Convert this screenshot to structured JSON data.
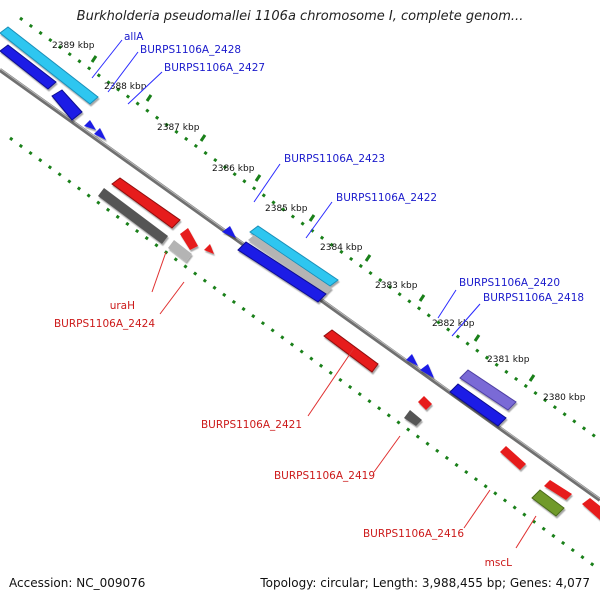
{
  "title": "Burkholderia pseudomallei 1106a chromosome I, complete genom...",
  "accession": {
    "label": "Accession:",
    "value": "NC_009076"
  },
  "summary": {
    "topology_label": "Topology:",
    "topology": "circular",
    "length_label": "Length:",
    "length": "3,988,455 bp",
    "genes_label": "Genes:",
    "genes": "4,077"
  },
  "colors": {
    "forward_gene": "#1a1ae6",
    "reverse_gene": "#e61a1a",
    "forward_label": "#1a1acc",
    "reverse_label": "#cc1a1a",
    "backbone": "#7a7a7a",
    "tick_track": "#1a801a",
    "feature_cyan": "#2ec6f0",
    "feature_purple": "#7a6ad6",
    "feature_gray": "#555555",
    "feature_lightgray": "#b4b4b4",
    "feature_olive": "#6f9a2a"
  },
  "ticks": [
    {
      "label": "2389 kbp"
    },
    {
      "label": "2388 kbp"
    },
    {
      "label": "2387 kbp"
    },
    {
      "label": "2386 kbp"
    },
    {
      "label": "2385 kbp"
    },
    {
      "label": "2384 kbp"
    },
    {
      "label": "2383 kbp"
    },
    {
      "label": "2382 kbp"
    },
    {
      "label": "2381 kbp"
    },
    {
      "label": "2380 kbp"
    }
  ],
  "gene_labels": [
    {
      "text": "allA",
      "strand": "forward"
    },
    {
      "text": "BURPS1106A_2428",
      "strand": "forward"
    },
    {
      "text": "BURPS1106A_2427",
      "strand": "forward"
    },
    {
      "text": "BURPS1106A_2423",
      "strand": "forward"
    },
    {
      "text": "BURPS1106A_2422",
      "strand": "forward"
    },
    {
      "text": "BURPS1106A_2420",
      "strand": "forward"
    },
    {
      "text": "BURPS1106A_2418",
      "strand": "forward"
    },
    {
      "text": "uraH",
      "strand": "reverse"
    },
    {
      "text": "BURPS1106A_2424",
      "strand": "reverse"
    },
    {
      "text": "BURPS1106A_2421",
      "strand": "reverse"
    },
    {
      "text": "BURPS1106A_2419",
      "strand": "reverse"
    },
    {
      "text": "BURPS1106A_2416",
      "strand": "reverse"
    },
    {
      "text": "mscL",
      "strand": "reverse"
    }
  ]
}
